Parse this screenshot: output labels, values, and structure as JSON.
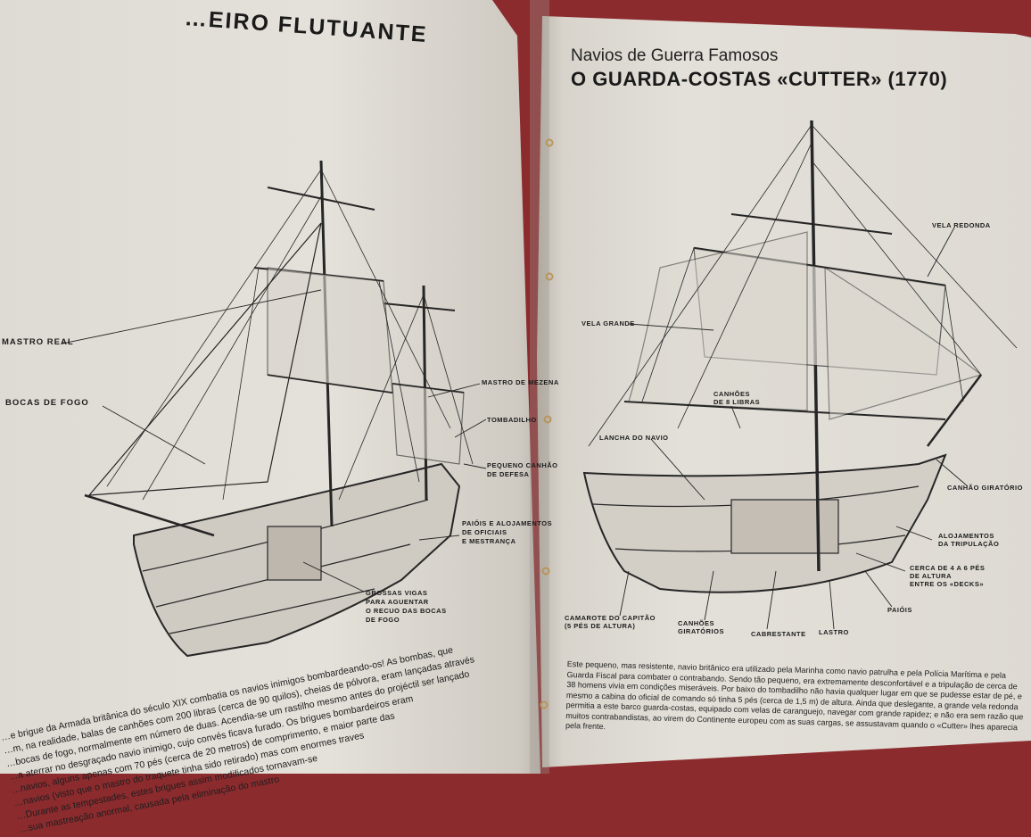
{
  "left_page": {
    "title": "…EIRO FLUTUANTE",
    "labels": {
      "mastro_real": "MASTRO REAL",
      "bocas_de_fogo": "BOCAS DE FOGO",
      "mastro_mezena": "MASTRO DE MEZENA",
      "tombadilho": "TOMBADILHO",
      "pequeno_canhao_1": "PEQUENO CANHÃO",
      "pequeno_canhao_2": "DE DEFESA",
      "paiois_1": "PAIÓIS E ALOJAMENTOS",
      "paiois_2": "DE OFICIAIS",
      "paiois_3": "E MESTRANÇA",
      "vigas_1": "GROSSAS VIGAS",
      "vigas_2": "PARA AGUENTAR",
      "vigas_3": "O RECUO DAS BOCAS",
      "vigas_4": "DE FOGO"
    },
    "body": [
      "…e brigue da Armada britânica do século XIX combatia os navios inimigos bombardeando-os! As bombas, que",
      "…m, na realidade, balas de canhões com 200 libras (cerca de 90 quilos), cheias de pólvora, eram lançadas através",
      "…bocas de fogo, normalmente em número de duas. Acendia-se um rastilho mesmo antes do projéctil ser lançado",
      "…a aterrar no desgraçado navio inimigo, cujo convés ficava furado. Os brigues bombardeiros eram",
      "…navios, alguns apenas com 70 pés (cerca de 20 metros) de comprimento, e maior parte das",
      "…navios (visto que o mastro do traquete tinha sido retirado) mas com enormes traves",
      "…Durante as tempestades, estes brigues assim modificados tornavam-se",
      "…sua mastreação anormal, causada pela eliminação do mastro"
    ]
  },
  "right_page": {
    "series": "Navios de Guerra Famosos",
    "title": "O GUARDA-COSTAS «CUTTER» (1770)",
    "labels": {
      "vela_redonda": "VELA REDONDA",
      "vela_grande": "VELA GRANDE",
      "canhoes_8_1": "CANHÕES",
      "canhoes_8_2": "DE 8 LIBRAS",
      "lancha": "LANCHA DO NAVIO",
      "canhao_giratorio": "CANHÃO GIRATÓRIO",
      "alojamentos_1": "ALOJAMENTOS",
      "alojamentos_2": "DA TRIPULAÇÃO",
      "cerca_1": "CERCA DE 4 A 6 PÉS",
      "cerca_2": "DE ALTURA",
      "cerca_3": "ENTRE OS «DECKS»",
      "paiois": "PAIÓIS",
      "camarote_1": "CAMAROTE DO CAPITÃO",
      "camarote_2": "(5 PÉS DE ALTURA)",
      "canhoes_gir_1": "CANHÕES",
      "canhoes_gir_2": "GIRATÓRIOS",
      "cabrestante": "CABRESTANTE",
      "lastro": "LASTRO"
    },
    "body": "Este pequeno, mas resistente, navio britânico era utilizado pela Marinha como navio patrulha e pela Polícia Marítima e pela Guarda Fiscal para combater o contrabando. Sendo tão pequeno, era extremamente desconfortável e a tripulação de cerca de 38 homens vivia em condições miseráveis. Por baixo do tombadilho não havia qualquer lugar em que se pudesse estar de pé, e mesmo a cabina do oficial de comando só tinha 5 pés (cerca de 1,5 m) de altura. Ainda que deslegante, a grande vela redonda permitia a este barco guarda-costas, equipado com velas de caranguejo, navegar com grande rapidez; e não era sem razão que muitos contrabandistas, ao virem do Continente europeu com as suas cargas, se assustavam quando o «Cutter» lhes aparecia pela frente."
  }
}
